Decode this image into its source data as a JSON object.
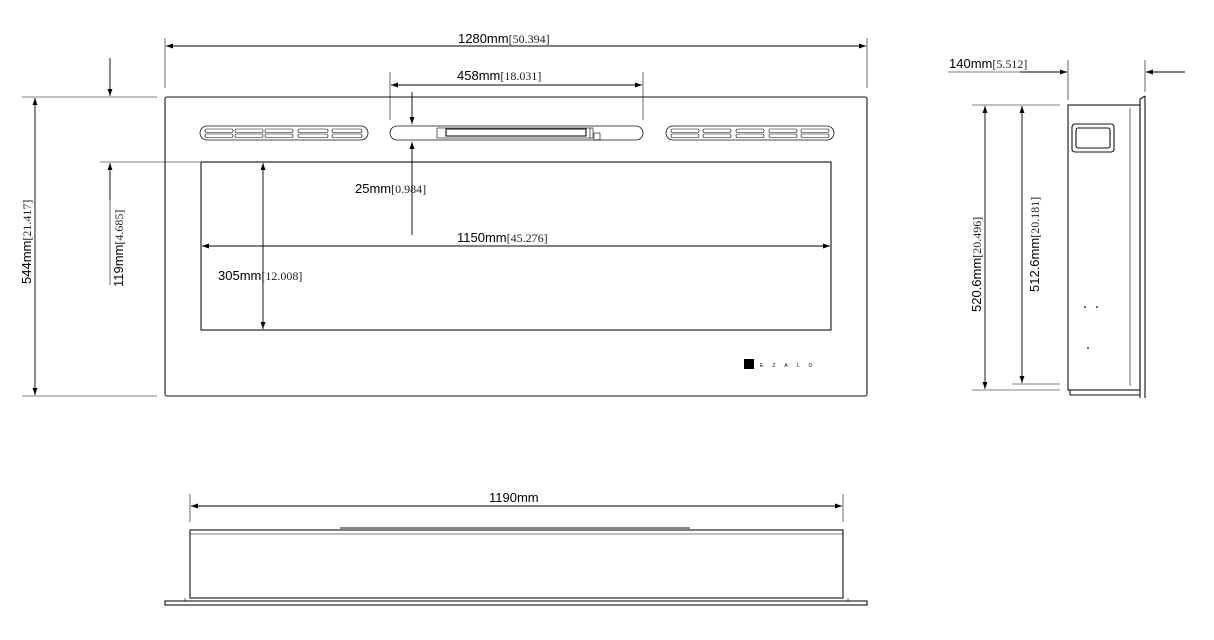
{
  "front_view": {
    "overall_width": {
      "mm": "1280mm",
      "inch": "[50.394]"
    },
    "control_panel_width": {
      "mm": "458mm",
      "inch": "[18.031]"
    },
    "top_gap": {
      "mm": "25mm",
      "inch": "[0.984]"
    },
    "glass_width": {
      "mm": "1150mm",
      "inch": "[45.276]"
    },
    "glass_height": {
      "mm": "305mm",
      "inch": "[12.008]"
    },
    "overall_height": {
      "mm": "544mm",
      "inch": "[21.417]"
    },
    "top_to_glass": {
      "mm": "119mm",
      "inch": "[4.685]"
    },
    "brand_text": "EZALO"
  },
  "side_view": {
    "depth": {
      "mm": "140mm",
      "inch": "[5.512]"
    },
    "height_outer": {
      "mm": "520.6mm",
      "inch": "[20.496]"
    },
    "height_inner": {
      "mm": "512.6mm",
      "inch": "[20.181]"
    }
  },
  "top_view": {
    "width": {
      "mm": "1190mm"
    }
  }
}
